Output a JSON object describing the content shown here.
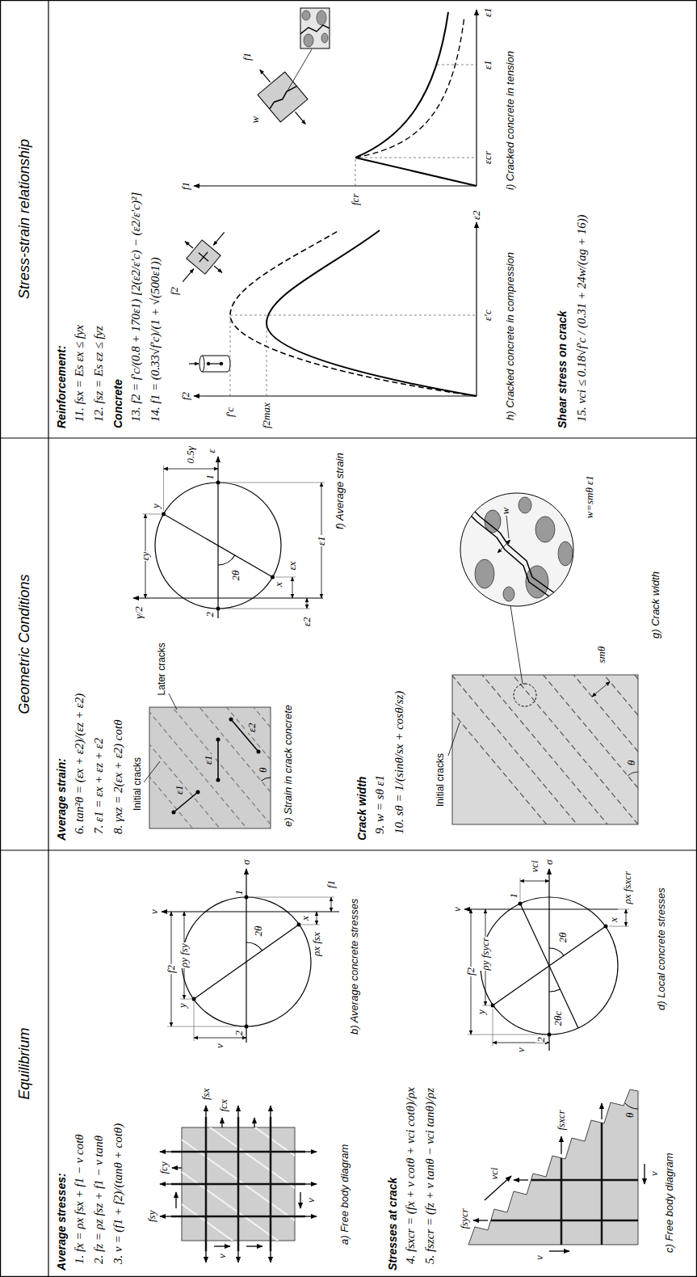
{
  "diagram": {
    "nodes": [
      {
        "text": [
          "Equilibrium"
        ]
      },
      {
        "text": [
          "Geometric Conditions"
        ]
      },
      {
        "text": [
          "Stress-strain relationship"
        ]
      }
    ],
    "labels": [
      "Average stresses:",
      "1. fx = ρx fsx + f1 − v cotθ",
      "2. fz = ρz fsz + f1 − v tanθ",
      "3. v = (f1 + f2)/(tanθ + cotθ)",
      "fsx",
      "fcx",
      "fsy",
      "fcy",
      "v",
      "v",
      "a) Free body diagram",
      "σ",
      "v",
      "1",
      "2",
      "x",
      "y",
      "2θ",
      "f2",
      "ρy fsy",
      "f1",
      "ρx fsx",
      "v",
      "b) Average concrete stresses",
      "Stresses at crack",
      "4. fsxcr = (fx + v cotθ + vci cotθ)/ρx",
      "5. fszcr = (fz + v tanθ − vci tanθ)/ρz",
      "fsycr",
      "fsxcr",
      "vci",
      "v",
      "v",
      "θ",
      "c) Free body diagram",
      "σ",
      "v",
      "1",
      "2",
      "x",
      "y",
      "2θ",
      "2θc",
      "vci",
      "f2",
      "ρy fsycr",
      "ρx fsxcr",
      "v",
      "d) Local concrete stresses",
      "Average strain:",
      "6. tan²θ = (εx + ε2)/(εz + ε2)",
      "7. ε1 = εx + εz + ε2",
      "8. γxz = 2(εx + ε2) cotθ",
      "Initial cracks",
      "Later cracks",
      "ε1",
      "ε1",
      "ε2",
      "θ",
      "e) Strain in crack concrete",
      "ε",
      "γ/2",
      "1",
      "2",
      "x",
      "y",
      "2θ",
      "εy",
      "0.5γ",
      "εx",
      "ε2",
      "ε1",
      "f) Average strain",
      "Crack width",
      "9. w = sθ ε1",
      "10. sθ = 1/(sinθ/sx + cosθ/sz)",
      "Initial cracks",
      "smθ",
      "θ",
      "w",
      "w=smθ ε1",
      "g) Crack width",
      "Reinforcement:",
      "11. fsx = Es εx ≤ fyx",
      "12. fsz = Es εz ≤ fyz",
      "Concrete",
      "13. f2 = f′c/(0.8 + 170ε1) [2(ε2/ε′c) − (ε2/ε′c)²]",
      "14. f1 = (0.33√f′c)/(1 + √(500ε1))",
      "f2",
      "ε2",
      "f′c",
      "f2max",
      "ε′c",
      "f2",
      "h) Cracked concrete in compression",
      "f1",
      "fcr",
      "εcr",
      "ε1",
      "ε1",
      "f1",
      "w",
      "i) Cracked concrete in tension",
      "Shear stress on crack",
      "15. vci ≤ 0.18√f′c / (0.31 + 24w/(ag + 16))"
    ]
  }
}
